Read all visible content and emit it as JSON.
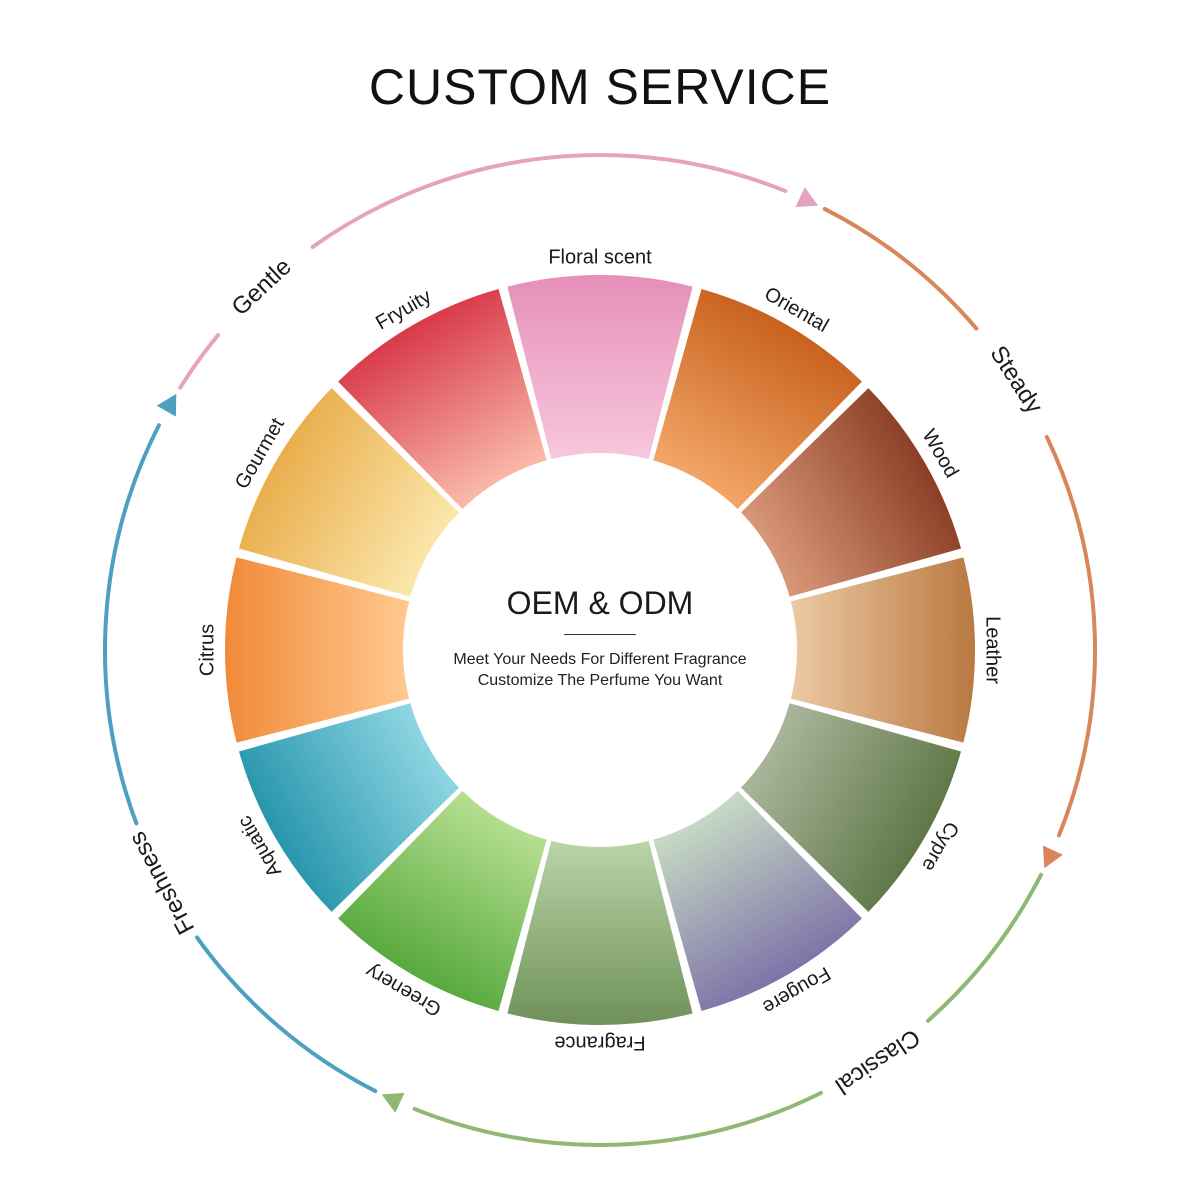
{
  "title": "CUSTOM SERVICE",
  "center": {
    "heading": "OEM & ODM",
    "line1": "Meet Your Needs For Different Fragrance",
    "line2": "Customize The Perfume You Want"
  },
  "segments": [
    {
      "label": "Floral scent",
      "colors": [
        "#f7c6dc",
        "#e58fb9"
      ]
    },
    {
      "label": "Oriental",
      "colors": [
        "#f2a567",
        "#c8621e"
      ]
    },
    {
      "label": "Wood",
      "colors": [
        "#d89778",
        "#8c3f26"
      ]
    },
    {
      "label": "Leather",
      "colors": [
        "#ebc8a2",
        "#b97941"
      ]
    },
    {
      "label": "Cypre",
      "colors": [
        "#a8b59a",
        "#5f7747"
      ]
    },
    {
      "label": "Fougere",
      "colors": [
        "#c6d9c4",
        "#7e73a8"
      ]
    },
    {
      "label": "Fragrance",
      "colors": [
        "#b8d3a6",
        "#6f9159"
      ]
    },
    {
      "label": "Greenery",
      "colors": [
        "#b4de8f",
        "#58a93e"
      ]
    },
    {
      "label": "Aquatic",
      "colors": [
        "#8ed5e2",
        "#2896ad"
      ]
    },
    {
      "label": "Citrus",
      "colors": [
        "#ffc88e",
        "#f08a38"
      ]
    },
    {
      "label": "Gourmet",
      "colors": [
        "#fbe6ab",
        "#e9ae4c"
      ]
    },
    {
      "label": "Fryuity",
      "colors": [
        "#f9b9a8",
        "#d83a49"
      ]
    }
  ],
  "ring": [
    {
      "label": "Gentle",
      "color": "#e6a3c1"
    },
    {
      "label": "Steady",
      "color": "#d9875a"
    },
    {
      "label": "Classical",
      "color": "#8fb874"
    },
    {
      "label": "Freshness",
      "color": "#4ea0c2"
    }
  ]
}
